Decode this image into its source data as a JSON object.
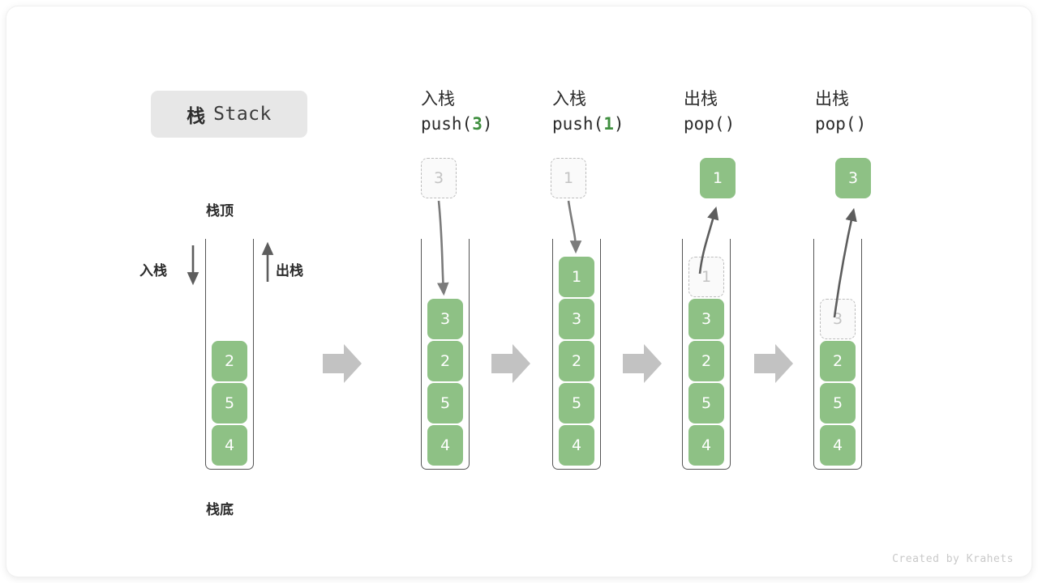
{
  "title": {
    "cn": "栈",
    "en": "Stack"
  },
  "labels": {
    "top": "栈顶",
    "bottom": "栈底",
    "push": "入栈",
    "pop": "出栈"
  },
  "footer": "Created by Krahets",
  "colors": {
    "element_green": "#8ec185",
    "ghost_fill": "#fafafa",
    "ghost_border": "#bdbdbd",
    "arrow_gray": "#9c9c9c",
    "line_dark": "#555555",
    "title_chip_bg": "#e7e7e7",
    "code_highlight": "#3f8f3f"
  },
  "initial_stack": {
    "cells": [
      "2",
      "5",
      "4"
    ],
    "top_label": "栈顶",
    "bottom_label": "栈底",
    "in_label": "入栈",
    "out_label": "出栈"
  },
  "stages": [
    {
      "id": "push-3",
      "heading_cn": "入栈",
      "code_prefix": "push(",
      "code_arg": "3",
      "code_suffix": ")",
      "floating": {
        "value": "3",
        "style": "ghost"
      },
      "cells": [
        {
          "value": "3",
          "style": "solid"
        },
        {
          "value": "2",
          "style": "solid"
        },
        {
          "value": "5",
          "style": "solid"
        },
        {
          "value": "4",
          "style": "solid"
        }
      ]
    },
    {
      "id": "push-1",
      "heading_cn": "入栈",
      "code_prefix": "push(",
      "code_arg": "1",
      "code_suffix": ")",
      "floating": {
        "value": "1",
        "style": "ghost"
      },
      "cells": [
        {
          "value": "1",
          "style": "solid"
        },
        {
          "value": "3",
          "style": "solid"
        },
        {
          "value": "2",
          "style": "solid"
        },
        {
          "value": "5",
          "style": "solid"
        },
        {
          "value": "4",
          "style": "solid"
        }
      ]
    },
    {
      "id": "pop-1",
      "heading_cn": "出栈",
      "code_prefix": "pop(",
      "code_arg": "",
      "code_suffix": ")",
      "floating": {
        "value": "1",
        "style": "solid"
      },
      "cells": [
        {
          "value": "1",
          "style": "ghost"
        },
        {
          "value": "3",
          "style": "solid"
        },
        {
          "value": "2",
          "style": "solid"
        },
        {
          "value": "5",
          "style": "solid"
        },
        {
          "value": "4",
          "style": "solid"
        }
      ]
    },
    {
      "id": "pop-3",
      "heading_cn": "出栈",
      "code_prefix": "pop(",
      "code_arg": "",
      "code_suffix": ")",
      "floating": {
        "value": "3",
        "style": "solid"
      },
      "cells": [
        {
          "value": "3",
          "style": "ghost"
        },
        {
          "value": "2",
          "style": "solid"
        },
        {
          "value": "5",
          "style": "solid"
        },
        {
          "value": "4",
          "style": "solid"
        }
      ]
    }
  ]
}
